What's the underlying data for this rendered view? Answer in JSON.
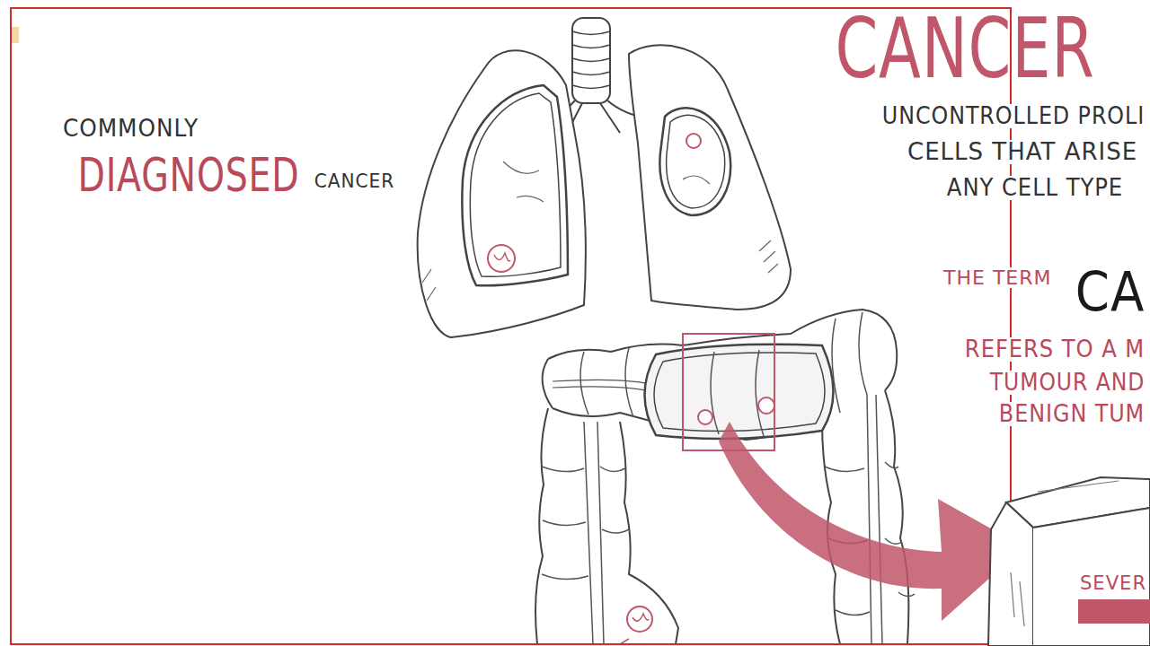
{
  "diagram": {
    "title": "CANCER",
    "nodes": [
      {
        "text": [
          "SEVER"
        ]
      }
    ],
    "labels": [
      "COMMONLY",
      "DIAGNOSED",
      "CANCER",
      "UNCONTROLLED PROLI",
      "CELLS THAT ARISE",
      "ANY CELL TYPE",
      "THE TERM",
      "CA",
      "REFERS TO A M",
      "TUMOUR AND",
      "BENIGN TUM"
    ]
  }
}
